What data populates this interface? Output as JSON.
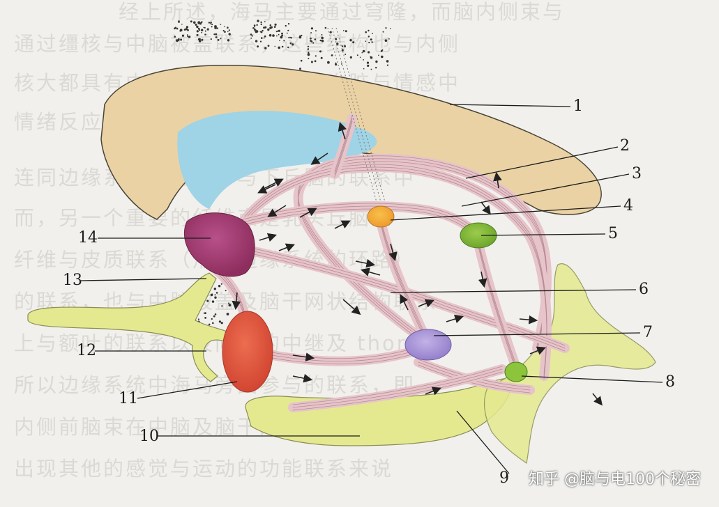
{
  "diagram": {
    "labels": [
      "1",
      "2",
      "3",
      "4",
      "5",
      "6",
      "7",
      "8",
      "9",
      "10",
      "11",
      "12",
      "13",
      "14"
    ]
  },
  "background_text": [
    "经上所述，海马主要通过穹隆，而脑内侧束与",
    "通过缰核与中脑被盖联系，这些结构也与内侧",
    "核大都具有中脑的联系，在调节内脏与情感中",
    "情绪反应及内分泌功能调节中起重要作用。",
    "连同边缘系统的结构，与下丘脑的联系中",
    "而，另一个重要的纤维束是乳头丘脑束",
    "纤维与皮质联系（形成边缘系统的环路）",
    "的联系，也与中脑被盖及脑干网状结构联系",
    "上与额叶的联系以及间脑的中继及 thorac",
    "所以边缘系统中海马旁回参与的联系，即",
    "内侧前脑束在中脑及脑干的联系，构成",
    "出现其他的感觉与运动的功能联系来说"
  ],
  "watermark": "知乎 @脑与电100个秘密",
  "colors": {
    "cortex_tan": "#ead2a4",
    "ventricle_blue": "#9fd3e6",
    "fiber_pink": "#e6c4c9",
    "amygdala_magenta": "#a03c6e",
    "hypothalamus_red": "#e0563f",
    "thalamus_orange": "#f2a640",
    "habenula_green": "#7fb83a",
    "mammillary_purple": "#a995d6",
    "interpeduncular_green": "#8cc43b",
    "olfactory_yellow": "#e4e990"
  }
}
